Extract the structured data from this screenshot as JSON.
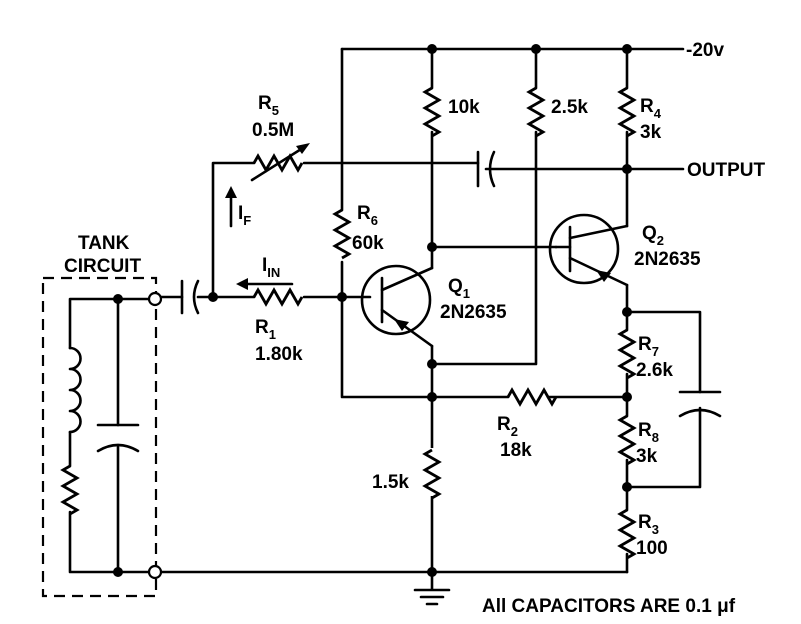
{
  "supply_label": "-20v",
  "output_label": "OUTPUT",
  "tank": {
    "line1": "TANK",
    "line2": "CIRCUIT"
  },
  "note": "All CAPACITORS ARE 0.1 μf",
  "currents": {
    "feedback": {
      "main": "I",
      "sub": "F"
    },
    "input": {
      "main": "I",
      "sub": "IN"
    }
  },
  "resistors": {
    "r5": {
      "name": "R",
      "sub": "5",
      "value": "0.5M"
    },
    "r1": {
      "name": "R",
      "sub": "1",
      "value": "1.80k"
    },
    "r6": {
      "name": "R",
      "sub": "6",
      "value": "60k"
    },
    "r_10k": {
      "value": "10k"
    },
    "r_2_5k": {
      "value": "2.5k"
    },
    "r4": {
      "name": "R",
      "sub": "4",
      "value": "3k"
    },
    "r2": {
      "name": "R",
      "sub": "2",
      "value": "18k"
    },
    "r7": {
      "name": "R",
      "sub": "7",
      "value": "2.6k"
    },
    "r8": {
      "name": "R",
      "sub": "8",
      "value": "3k"
    },
    "r3": {
      "name": "R",
      "sub": "3",
      "value": "100"
    },
    "r_1_5k": {
      "value": "1.5k"
    }
  },
  "transistors": {
    "q1": {
      "name": "Q",
      "sub": "1",
      "part": "2N2635"
    },
    "q2": {
      "name": "Q",
      "sub": "2",
      "part": "2N2635"
    }
  }
}
